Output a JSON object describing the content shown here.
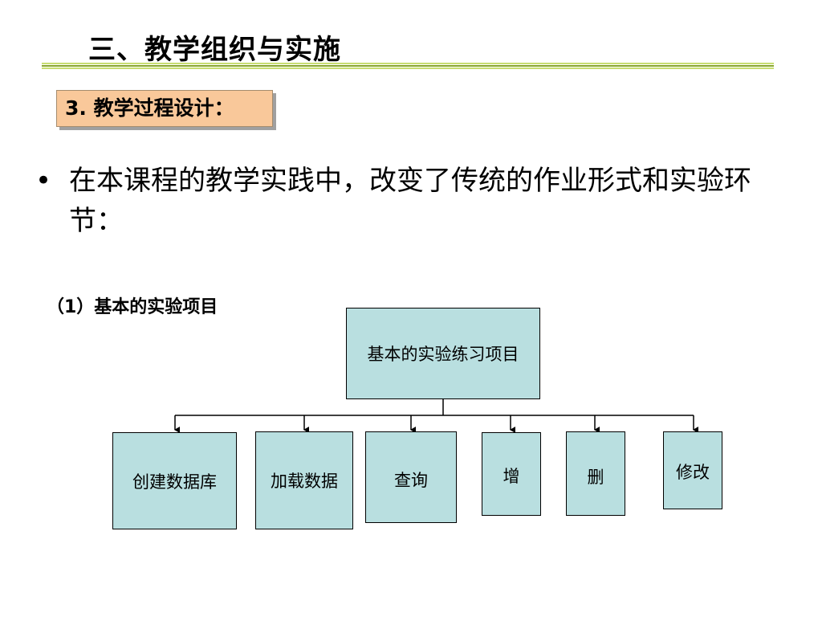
{
  "slide": {
    "title": "三、教学组织与实施",
    "section_label": "3. 教学过程设计：",
    "bullet_symbol": "•",
    "bullet_text": "在本课程的教学实践中，改变了传统的作业形式和实验环节：",
    "subhead": "（1）基本的实验项目"
  },
  "diagram": {
    "root": "基本的实验练习项目",
    "children": [
      "创建数据库",
      "加载数据",
      "查询",
      "增",
      "删",
      "修改"
    ]
  },
  "colors": {
    "rule_light": "#c8de72",
    "rule_dark": "#8aa630",
    "label_fill": "#f9c89a",
    "node_fill": "#b9dfe0"
  }
}
